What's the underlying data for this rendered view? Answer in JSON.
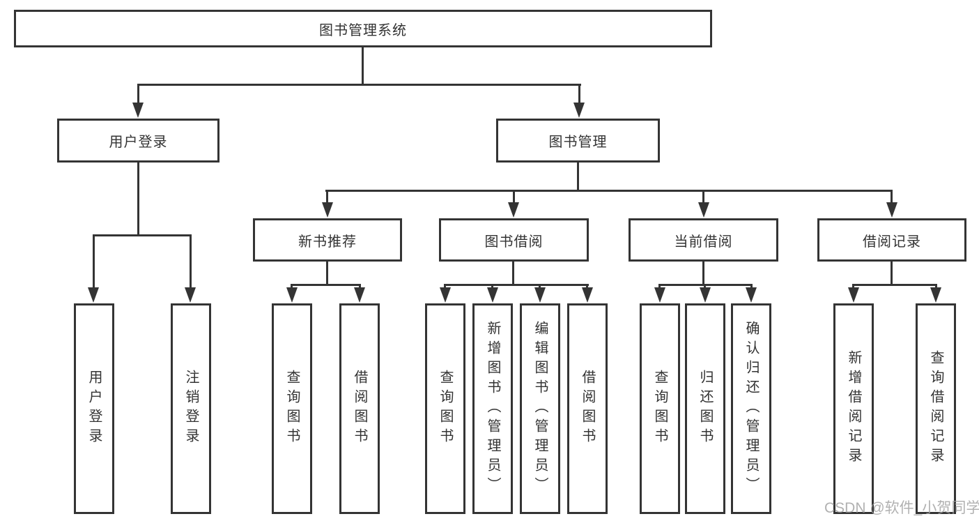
{
  "diagram": {
    "title": "图书管理系统",
    "login": {
      "label": "用户登录",
      "children": [
        "用户登录",
        "注销登录"
      ]
    },
    "management": {
      "label": "图书管理"
    },
    "groups": [
      {
        "label": "新书推荐",
        "children": [
          "查询图书",
          "借阅图书"
        ]
      },
      {
        "label": "图书借阅",
        "children": [
          "查询图书",
          "新增图书（管理员）",
          "编辑图书（管理员）",
          "借阅图书"
        ]
      },
      {
        "label": "当前借阅",
        "children": [
          "查询图书",
          "归还图书",
          "确认归还（管理员）"
        ]
      },
      {
        "label": "借阅记录",
        "children": [
          "新增借阅记录",
          "查询借阅记录"
        ]
      }
    ],
    "watermark": "CSDN @软件_小贺同学",
    "colors": {
      "line": "#343434",
      "box_border": "#343434",
      "box_fill": "#ffffff",
      "text": "#333333",
      "watermark": "#9e9e9e"
    }
  }
}
